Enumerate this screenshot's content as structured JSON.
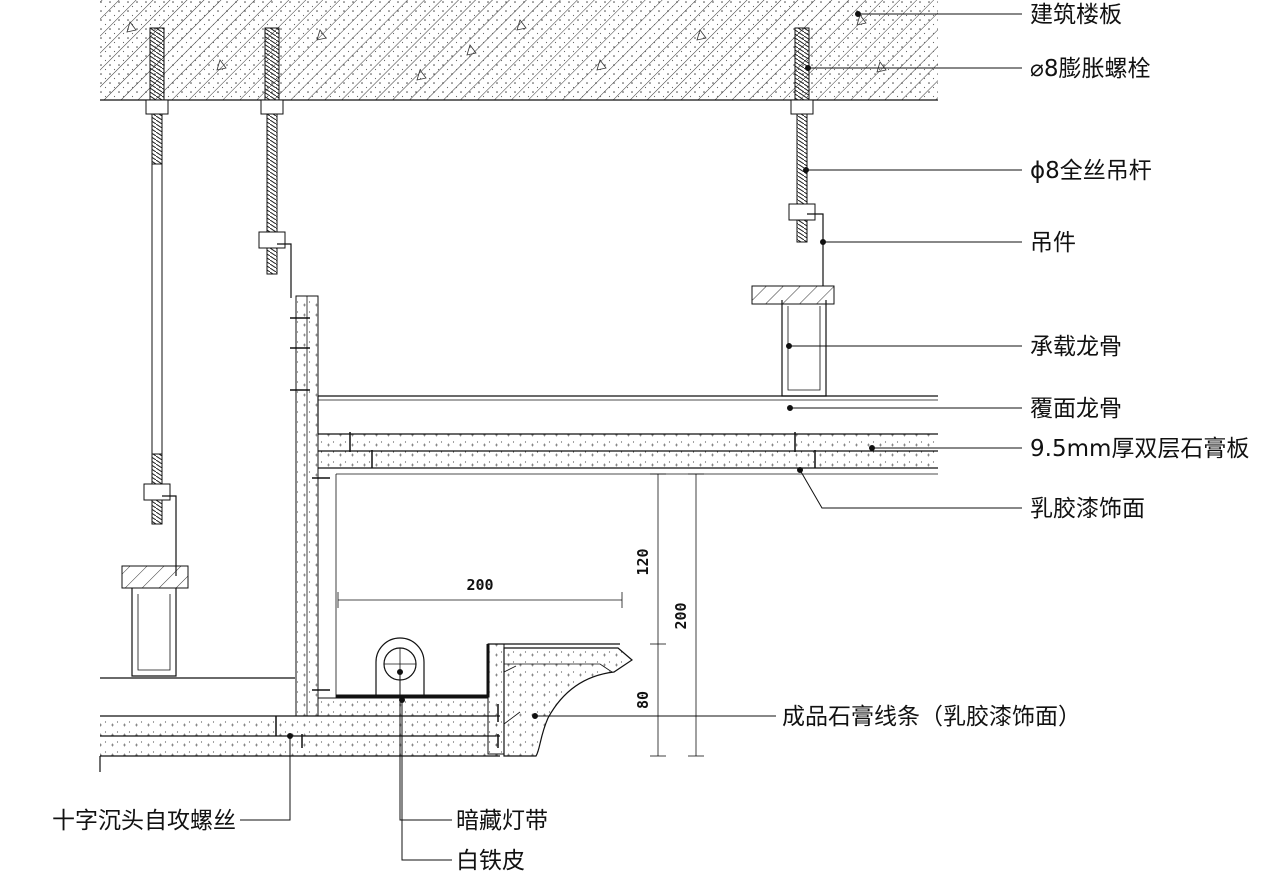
{
  "labels": {
    "floor_slab": "建筑楼板",
    "expansion_bolt": "⌀8膨胀螺栓",
    "threaded_rod": "ɸ8全丝吊杆",
    "hanger": "吊件",
    "main_keel": "承载龙骨",
    "cover_keel": "覆面龙骨",
    "gypsum_board": "9.5mm厚双层石膏板",
    "latex_paint": "乳胶漆饰面",
    "gypsum_molding": "成品石膏线条（乳胶漆饰面）",
    "screw": "十字沉头自攻螺丝",
    "hidden_light": "暗藏灯带",
    "tin_sheet": "白铁皮"
  },
  "dimensions": {
    "width_200": "200",
    "height_120": "120",
    "height_200": "200",
    "height_80": "80"
  },
  "colors": {
    "line": "#111111",
    "background": "#ffffff"
  }
}
